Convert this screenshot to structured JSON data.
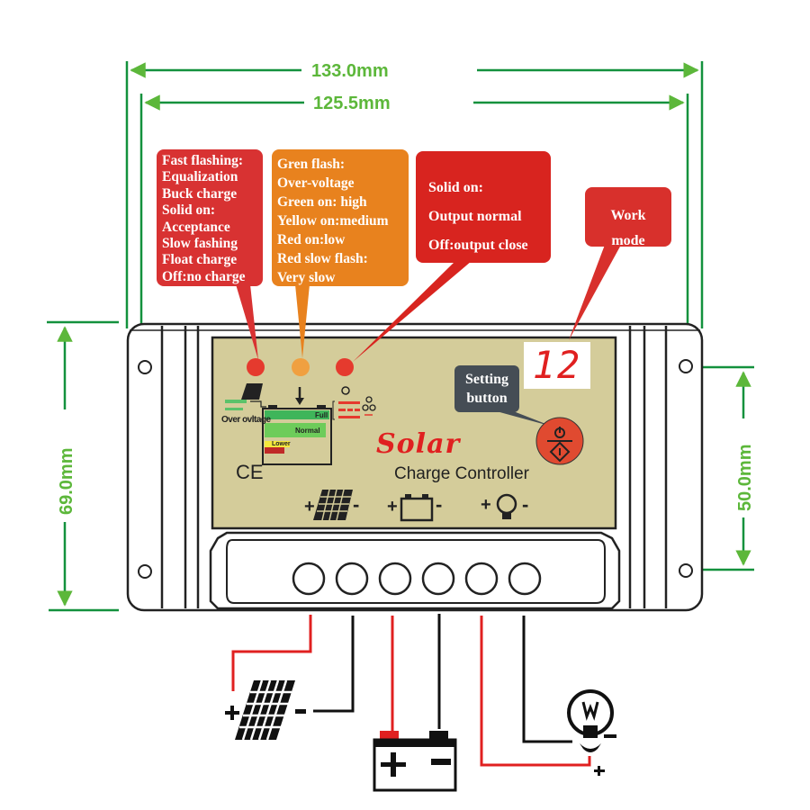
{
  "dimensions": {
    "overall_width": "133.0mm",
    "hole_spacing_width": "125.5mm",
    "overall_height": "69.0mm",
    "hole_spacing_height": "50.0mm"
  },
  "callouts": {
    "charge_led": [
      "Fast flashing:",
      "Equalization",
      "Buck charge",
      " Solid on:",
      "Acceptance",
      "Slow fashing",
      "Float charge",
      "Off:no charge"
    ],
    "battery_led": [
      "Gren flash:",
      "Over-voltage",
      "Green on: high",
      "Yellow on:medium",
      "Red on:low",
      "Red slow flash:",
      " Very slow"
    ],
    "load_led": [
      "Solid on:",
      "Output normal",
      "Off:output close"
    ],
    "work_mode": [
      "Work",
      "mode"
    ],
    "setting_button": [
      "Setting",
      "button"
    ]
  },
  "panel": {
    "display_value": "12",
    "brand": "Solar",
    "subtitle": "Charge Controller",
    "ce_mark": "CE",
    "over_voltage_label": "Over ovltage",
    "battery_levels": [
      "Full",
      "Normal",
      "Lower"
    ],
    "led_colors": {
      "charge": "#e53a2e",
      "battery": "#f0a040",
      "load": "#e53a2e"
    }
  },
  "terminals": {
    "count": 6,
    "labels": {
      "solar": [
        "+",
        "-"
      ],
      "battery": [
        "+",
        "-"
      ],
      "load": [
        "+",
        "-"
      ]
    }
  },
  "wiring": {
    "solar_panel": {
      "plus": "+",
      "minus": "-"
    },
    "battery": {
      "plus": "+",
      "minus": "-"
    },
    "lamp": {
      "plus": "+",
      "minus": "-"
    }
  },
  "colors": {
    "dimension_green": "#5cb73a",
    "dimension_line": "#13913d",
    "positive_wire": "#e02020",
    "negative_wire": "#111111",
    "panel_face": "#d4cc9a"
  }
}
